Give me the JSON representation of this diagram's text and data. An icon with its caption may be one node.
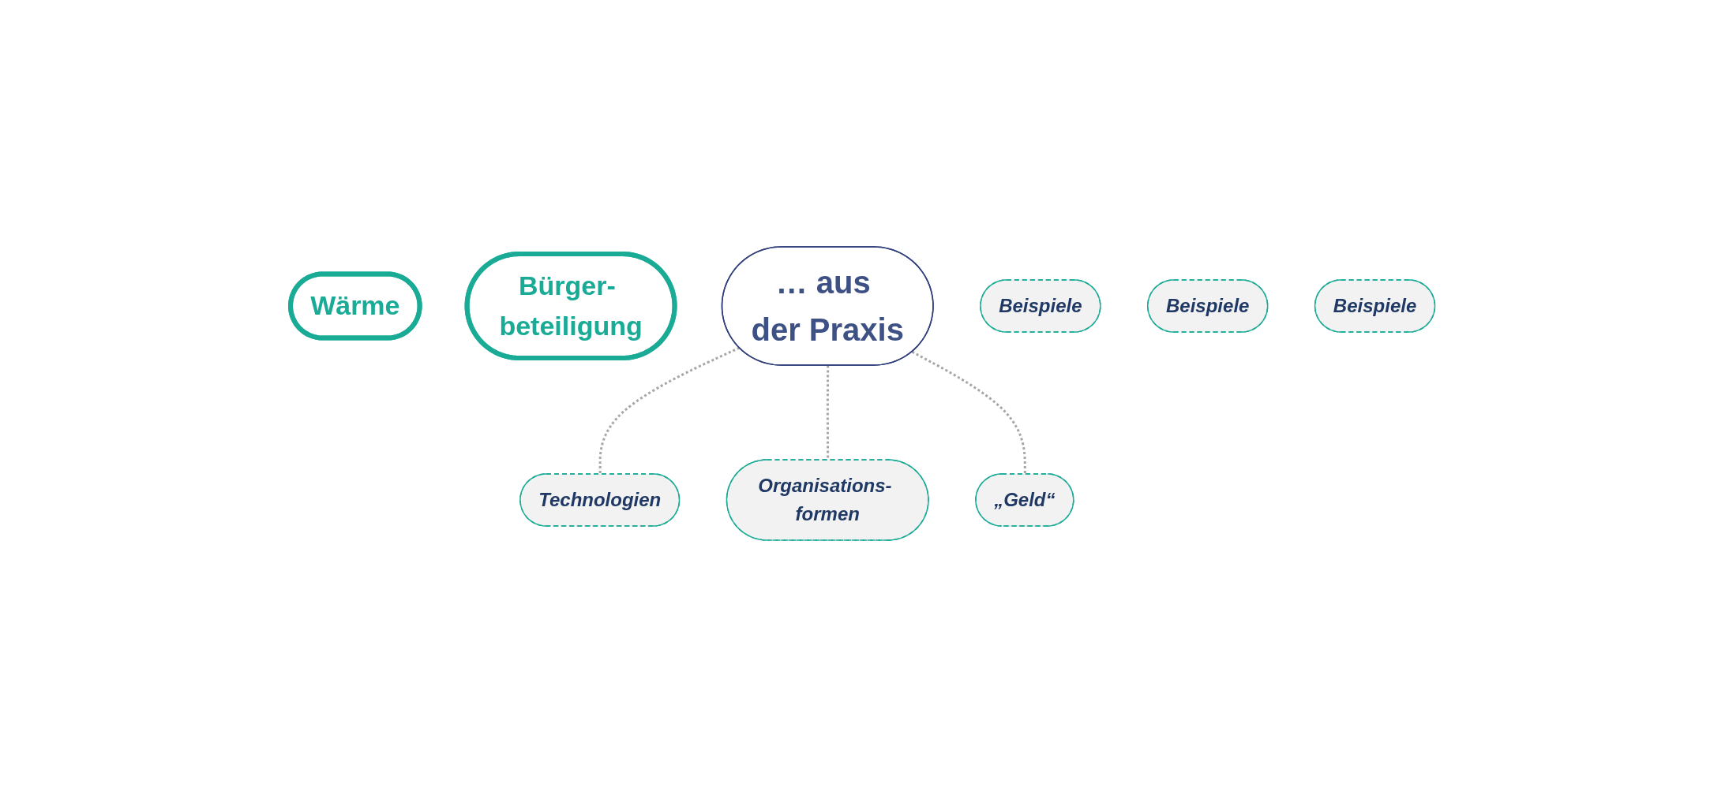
{
  "diagram": {
    "nodes": [
      {
        "text": [
          "Wärme"
        ]
      },
      {
        "text": [
          "Bürger- beteiligung"
        ]
      },
      {
        "text": [
          "… aus der Praxis"
        ]
      },
      {
        "text": [
          "Technologien"
        ]
      },
      {
        "text": [
          "Beispiele"
        ]
      },
      {
        "text": [
          "Organisations- formen"
        ]
      },
      {
        "text": [
          "Beispiele"
        ]
      },
      {
        "text": [
          "„Geld“"
        ]
      },
      {
        "text": [
          "Beispiele"
        ]
      }
    ],
    "edges": [
      {
        "from": 2,
        "to": 3,
        "arrow": "none",
        "style": "dashed"
      },
      {
        "from": 2,
        "to": 5,
        "arrow": "none",
        "style": "dashed"
      },
      {
        "from": 2,
        "to": 7,
        "arrow": "none",
        "style": "dashed"
      }
    ]
  }
}
